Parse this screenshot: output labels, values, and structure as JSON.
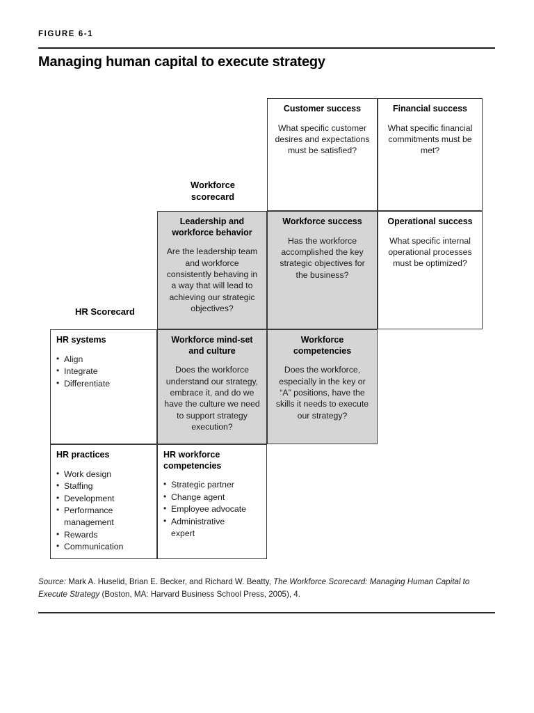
{
  "figure": {
    "label": "FIGURE 6-1",
    "title": "Managing human capital to execute strategy"
  },
  "labels": {
    "workforce_scorecard": "Workforce\nscorecard",
    "hr_scorecard": "HR Scorecard"
  },
  "colors": {
    "shaded_cell": "#d5d5d5",
    "cell_border": "#3a3a3a",
    "rule": "#1c1c1c",
    "text": "#1a1a1a"
  },
  "cells": {
    "customer_success": {
      "heading": "Customer success",
      "body": "What specific customer desires and expectations must be satisfied?",
      "shaded": false
    },
    "financial_success": {
      "heading": "Financial success",
      "body": "What specific financial commitments must be met?",
      "shaded": false
    },
    "leadership_behavior": {
      "heading": "Leadership and workforce behavior",
      "body": "Are the leadership team and workforce consistently behaving in a way that will lead to achieving our strategic objectives?",
      "shaded": true
    },
    "workforce_success": {
      "heading": "Workforce success",
      "body": "Has the workforce accomplished the key strategic objectives for the business?",
      "shaded": true
    },
    "operational_success": {
      "heading": "Operational success",
      "body": "What specific internal operational processes must be optimized?",
      "shaded": false
    },
    "hr_systems": {
      "heading": "HR systems",
      "items": [
        "Align",
        "Integrate",
        "Differentiate"
      ],
      "shaded": false
    },
    "workforce_mindset": {
      "heading": "Workforce mind-set and culture",
      "body": "Does the workforce understand our strategy, embrace it, and do we have the culture we need to support strategy execution?",
      "shaded": true
    },
    "workforce_competencies": {
      "heading": "Workforce competencies",
      "body": "Does the workforce, especially in the key or “A” positions, have the skills it needs to execute our strategy?",
      "shaded": true
    },
    "hr_practices": {
      "heading": "HR practices",
      "items": [
        "Work design",
        "Staffing",
        "Development",
        "Performance",
        "management",
        "Rewards",
        "Communication"
      ],
      "shaded": false
    },
    "hr_workforce_competencies": {
      "heading": "HR workforce competencies",
      "items": [
        "Strategic partner",
        "Change agent",
        "Employee advocate",
        "Administrative",
        "expert"
      ],
      "shaded": false
    }
  },
  "source": {
    "prefix": "Source:",
    "text_1": "  Mark A. Huselid, Brian E. Becker, and Richard W. Beatty, ",
    "title_italic": "The Workforce Scorecard: Managing Human Capital to Execute Strategy",
    "text_2": " (Boston, MA: Harvard Business School Press, 2005), 4."
  }
}
